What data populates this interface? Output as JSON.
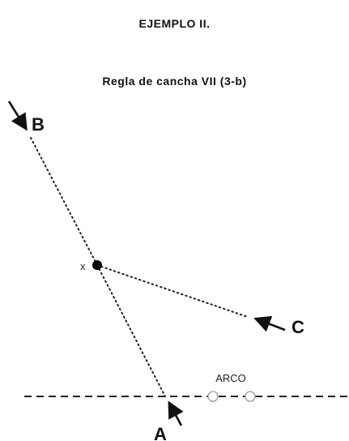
{
  "header": {
    "title": "EJEMPLO II.",
    "subtitle": "Regla de cancha VII (3-b)"
  },
  "diagram": {
    "points": {
      "a": "A",
      "b": "B",
      "c": "C",
      "x": "x"
    },
    "goal_label": "ARCO"
  }
}
